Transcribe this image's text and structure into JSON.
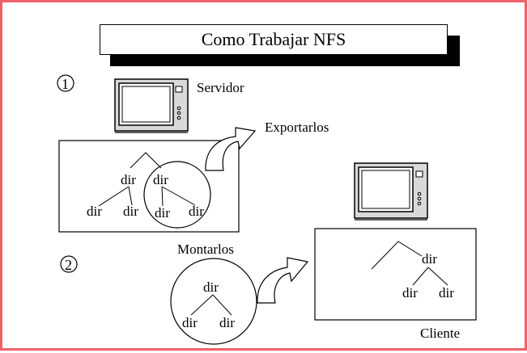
{
  "title": "Como Trabajar NFS",
  "steps": [
    "1",
    "2"
  ],
  "server": {
    "label": "Servidor",
    "export_label": "Exportarlos",
    "tree": [
      "dir",
      "dir",
      "dir",
      "dir",
      "dir",
      "dir"
    ]
  },
  "mount": {
    "label": "Montarlos",
    "tree": [
      "dir",
      "dir",
      "dir"
    ]
  },
  "client": {
    "label": "Cliente",
    "tree": [
      "dir",
      "dir",
      "dir"
    ]
  },
  "colors": {
    "frame_border": "#f0626a",
    "ink": "#000000",
    "monitor_body": "#d9d9d9"
  }
}
